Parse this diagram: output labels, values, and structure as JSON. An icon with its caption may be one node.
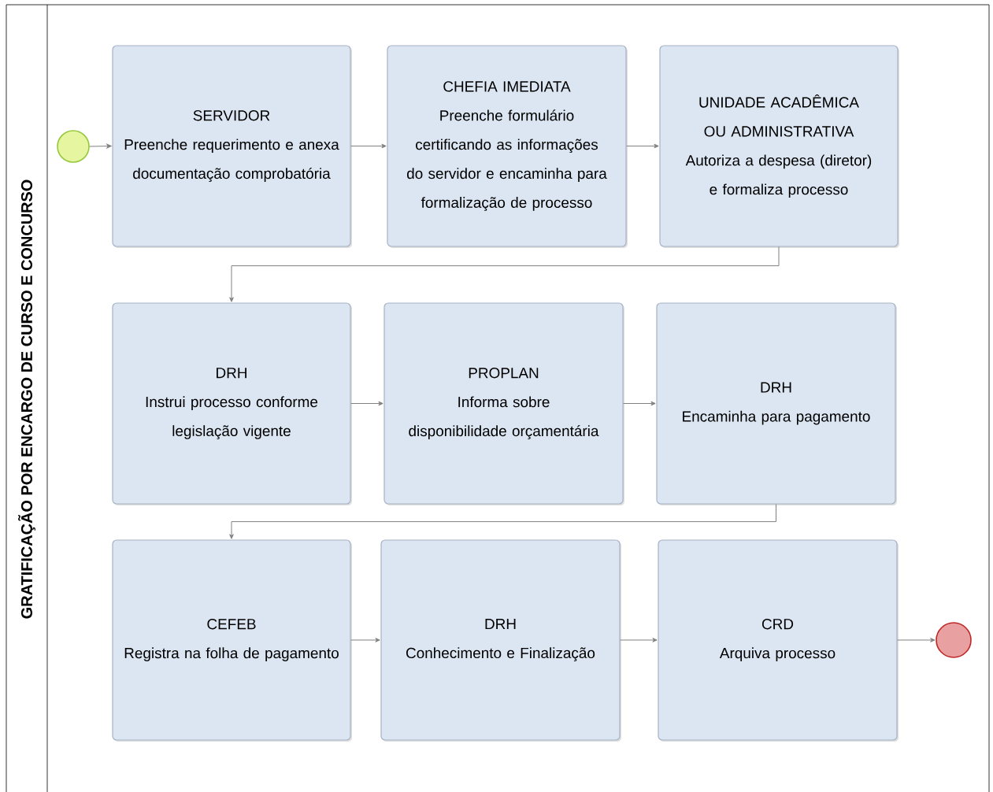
{
  "diagram": {
    "title": "GRATIFICAÇÃO POR ENCARGO DE CURSO E CONCURSO",
    "nodes": [
      {
        "text": [],
        "shape": "circle"
      },
      {
        "text": [
          "SERVIDOR",
          "Preenche requerimento e anexa documentação comprobatória"
        ]
      },
      {
        "text": [
          "CHEFIA IMEDIATA",
          "Preenche formulário certificando as informações do servidor e encaminha para formalização de processo"
        ]
      },
      {
        "text": [
          "UNIDADE ACADÊMICA OU ADMINISTRATIVA",
          "Autoriza a despesa (diretor) e formaliza processo"
        ]
      },
      {
        "text": [
          "DRH",
          "Instrui processo conforme legislação vigente"
        ]
      },
      {
        "text": [
          "PROPLAN",
          "Informa sobre disponibilidade orçamentária"
        ]
      },
      {
        "text": [
          "DRH",
          "Encaminha para pagamento"
        ]
      },
      {
        "text": [
          "CEFEB",
          "Registra na folha de pagamento"
        ]
      },
      {
        "text": [
          "DRH",
          "Conhecimento e Finalização"
        ]
      },
      {
        "text": [
          "CRD",
          "Arquiva processo"
        ]
      },
      {
        "text": [],
        "shape": "circle"
      }
    ],
    "edges": [
      {
        "from": 0,
        "to": 1,
        "arrow": "to"
      },
      {
        "from": 1,
        "to": 2,
        "arrow": "to"
      },
      {
        "from": 2,
        "to": 3,
        "arrow": "to"
      },
      {
        "from": 3,
        "to": 4,
        "arrow": "to"
      },
      {
        "from": 4,
        "to": 5,
        "arrow": "to"
      },
      {
        "from": 5,
        "to": 6,
        "arrow": "to"
      },
      {
        "from": 6,
        "to": 7,
        "arrow": "to"
      },
      {
        "from": 7,
        "to": 8,
        "arrow": "to"
      },
      {
        "from": 8,
        "to": 9,
        "arrow": "to"
      },
      {
        "from": 9,
        "to": 10,
        "arrow": "to"
      }
    ]
  }
}
